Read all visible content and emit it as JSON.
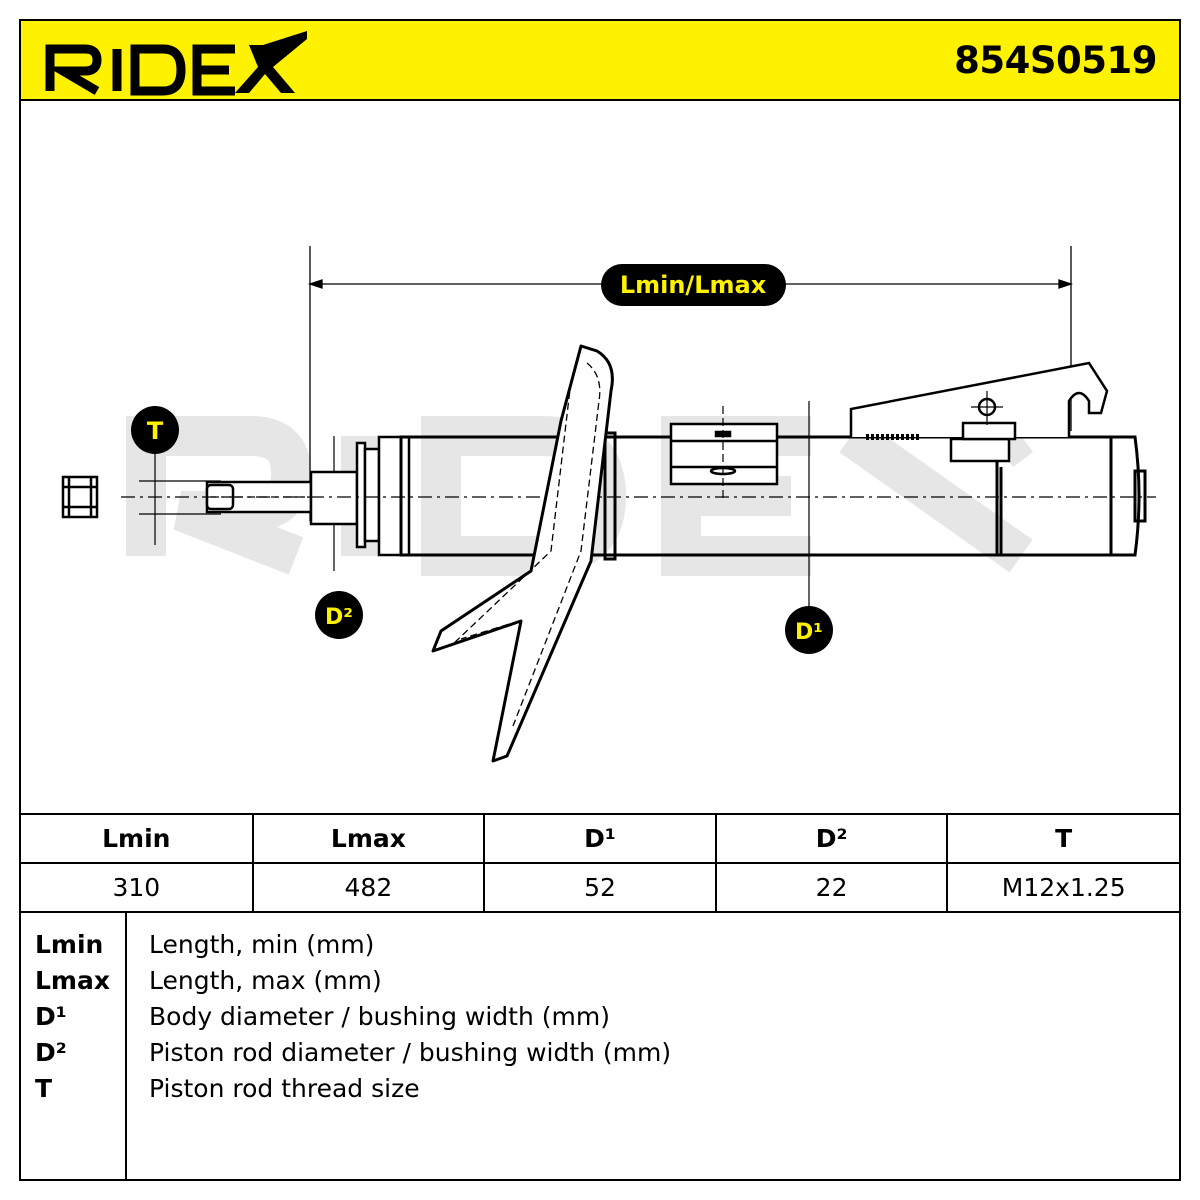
{
  "header": {
    "brand": "RIDEX",
    "part_number": "854S0519",
    "accent_color": "#fff200"
  },
  "drawing": {
    "labels": {
      "length": "Lmin/Lmax",
      "thread": "T",
      "rod_diameter": "D²",
      "body_diameter": "D¹"
    },
    "watermark": "RIDEX"
  },
  "spec_table": {
    "headers": [
      "Lmin",
      "Lmax",
      "D¹",
      "D²",
      "T"
    ],
    "values": [
      "310",
      "482",
      "52",
      "22",
      "M12x1.25"
    ]
  },
  "legend": [
    {
      "key": "Lmin",
      "desc": "Length, min (mm)"
    },
    {
      "key": "Lmax",
      "desc": "Length, max (mm)"
    },
    {
      "key": "D¹",
      "desc": "Body diameter / bushing width (mm)"
    },
    {
      "key": "D²",
      "desc": "Piston rod diameter / bushing width (mm)"
    },
    {
      "key": "T",
      "desc": "Piston rod thread size"
    }
  ]
}
